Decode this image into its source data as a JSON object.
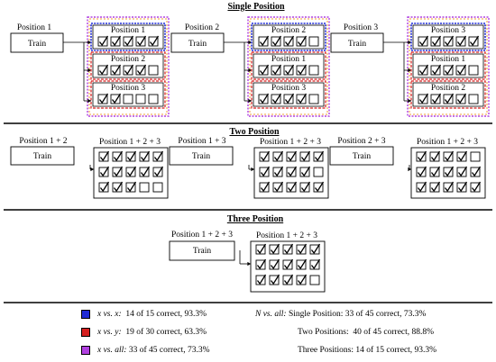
{
  "colors": {
    "blue": "#1f2bd6",
    "red": "#d62020",
    "purple": "#b040e0",
    "orange": "#f0a030",
    "line": "#000000"
  },
  "sections": {
    "single": "Single Position",
    "two": "Two Position",
    "three": "Three Position"
  },
  "train_label": "Train",
  "single": {
    "panels": [
      {
        "train_title": "Position 1",
        "results": [
          {
            "title": "Position 1",
            "marks": [
              true,
              true,
              true,
              true,
              true
            ]
          },
          {
            "title": "Position 2",
            "marks": [
              true,
              true,
              true,
              true,
              false
            ]
          },
          {
            "title": "Position 3",
            "marks": [
              true,
              true,
              false,
              false,
              false
            ]
          }
        ]
      },
      {
        "train_title": "Position 2",
        "results": [
          {
            "title": "Position 2",
            "marks": [
              true,
              true,
              true,
              true,
              false
            ]
          },
          {
            "title": "Position 1",
            "marks": [
              true,
              true,
              true,
              true,
              false
            ]
          },
          {
            "title": "Position 3",
            "marks": [
              true,
              true,
              true,
              true,
              false
            ]
          }
        ]
      },
      {
        "train_title": "Position 3",
        "results": [
          {
            "title": "Position 3",
            "marks": [
              true,
              true,
              true,
              true,
              true
            ]
          },
          {
            "title": "Position 1",
            "marks": [
              true,
              true,
              true,
              true,
              false
            ]
          },
          {
            "title": "Position 2",
            "marks": [
              true,
              true,
              true,
              true,
              false
            ]
          }
        ]
      }
    ]
  },
  "two": {
    "panels": [
      {
        "train_title": "Position 1 + 2",
        "result_title": "Position 1 + 2 + 3",
        "rows": [
          [
            true,
            true,
            true,
            true,
            true
          ],
          [
            true,
            true,
            true,
            true,
            true
          ],
          [
            true,
            true,
            true,
            false,
            false
          ]
        ]
      },
      {
        "train_title": "Position 1 + 3",
        "result_title": "Position 1 + 2 + 3",
        "rows": [
          [
            true,
            true,
            true,
            true,
            true
          ],
          [
            true,
            true,
            true,
            true,
            false
          ],
          [
            true,
            true,
            true,
            true,
            true
          ]
        ]
      },
      {
        "train_title": "Position 2 + 3",
        "result_title": "Position 1 + 2 + 3",
        "rows": [
          [
            true,
            true,
            true,
            true,
            false
          ],
          [
            true,
            true,
            true,
            true,
            true
          ],
          [
            true,
            true,
            true,
            true,
            true
          ]
        ]
      }
    ]
  },
  "three": {
    "panel": {
      "train_title": "Position 1 + 2 + 3",
      "result_title": "Position 1 + 2 + 3",
      "rows": [
        [
          true,
          true,
          true,
          true,
          true
        ],
        [
          true,
          true,
          true,
          true,
          true
        ],
        [
          true,
          true,
          true,
          true,
          false
        ]
      ]
    }
  },
  "legend": {
    "left": [
      {
        "color": "blue",
        "pair": "x vs. x:",
        "value": "14 of 15 correct, 93.3%"
      },
      {
        "color": "red",
        "pair": "x vs. y:",
        "value": "19 of 30 correct, 63.3%"
      },
      {
        "color": "purple",
        "pair": "x vs. all:",
        "value": "33 of 45 correct, 73.3%"
      }
    ],
    "right_title": "N vs. all:",
    "right": [
      {
        "label": "Single Position:",
        "value": "33 of 45 correct, 73.3%"
      },
      {
        "label": "Two Positions:",
        "value": "40 of 45 correct, 88.8%"
      },
      {
        "label": "Three Positions:",
        "value": "14 of 15 correct, 93.3%"
      }
    ]
  }
}
